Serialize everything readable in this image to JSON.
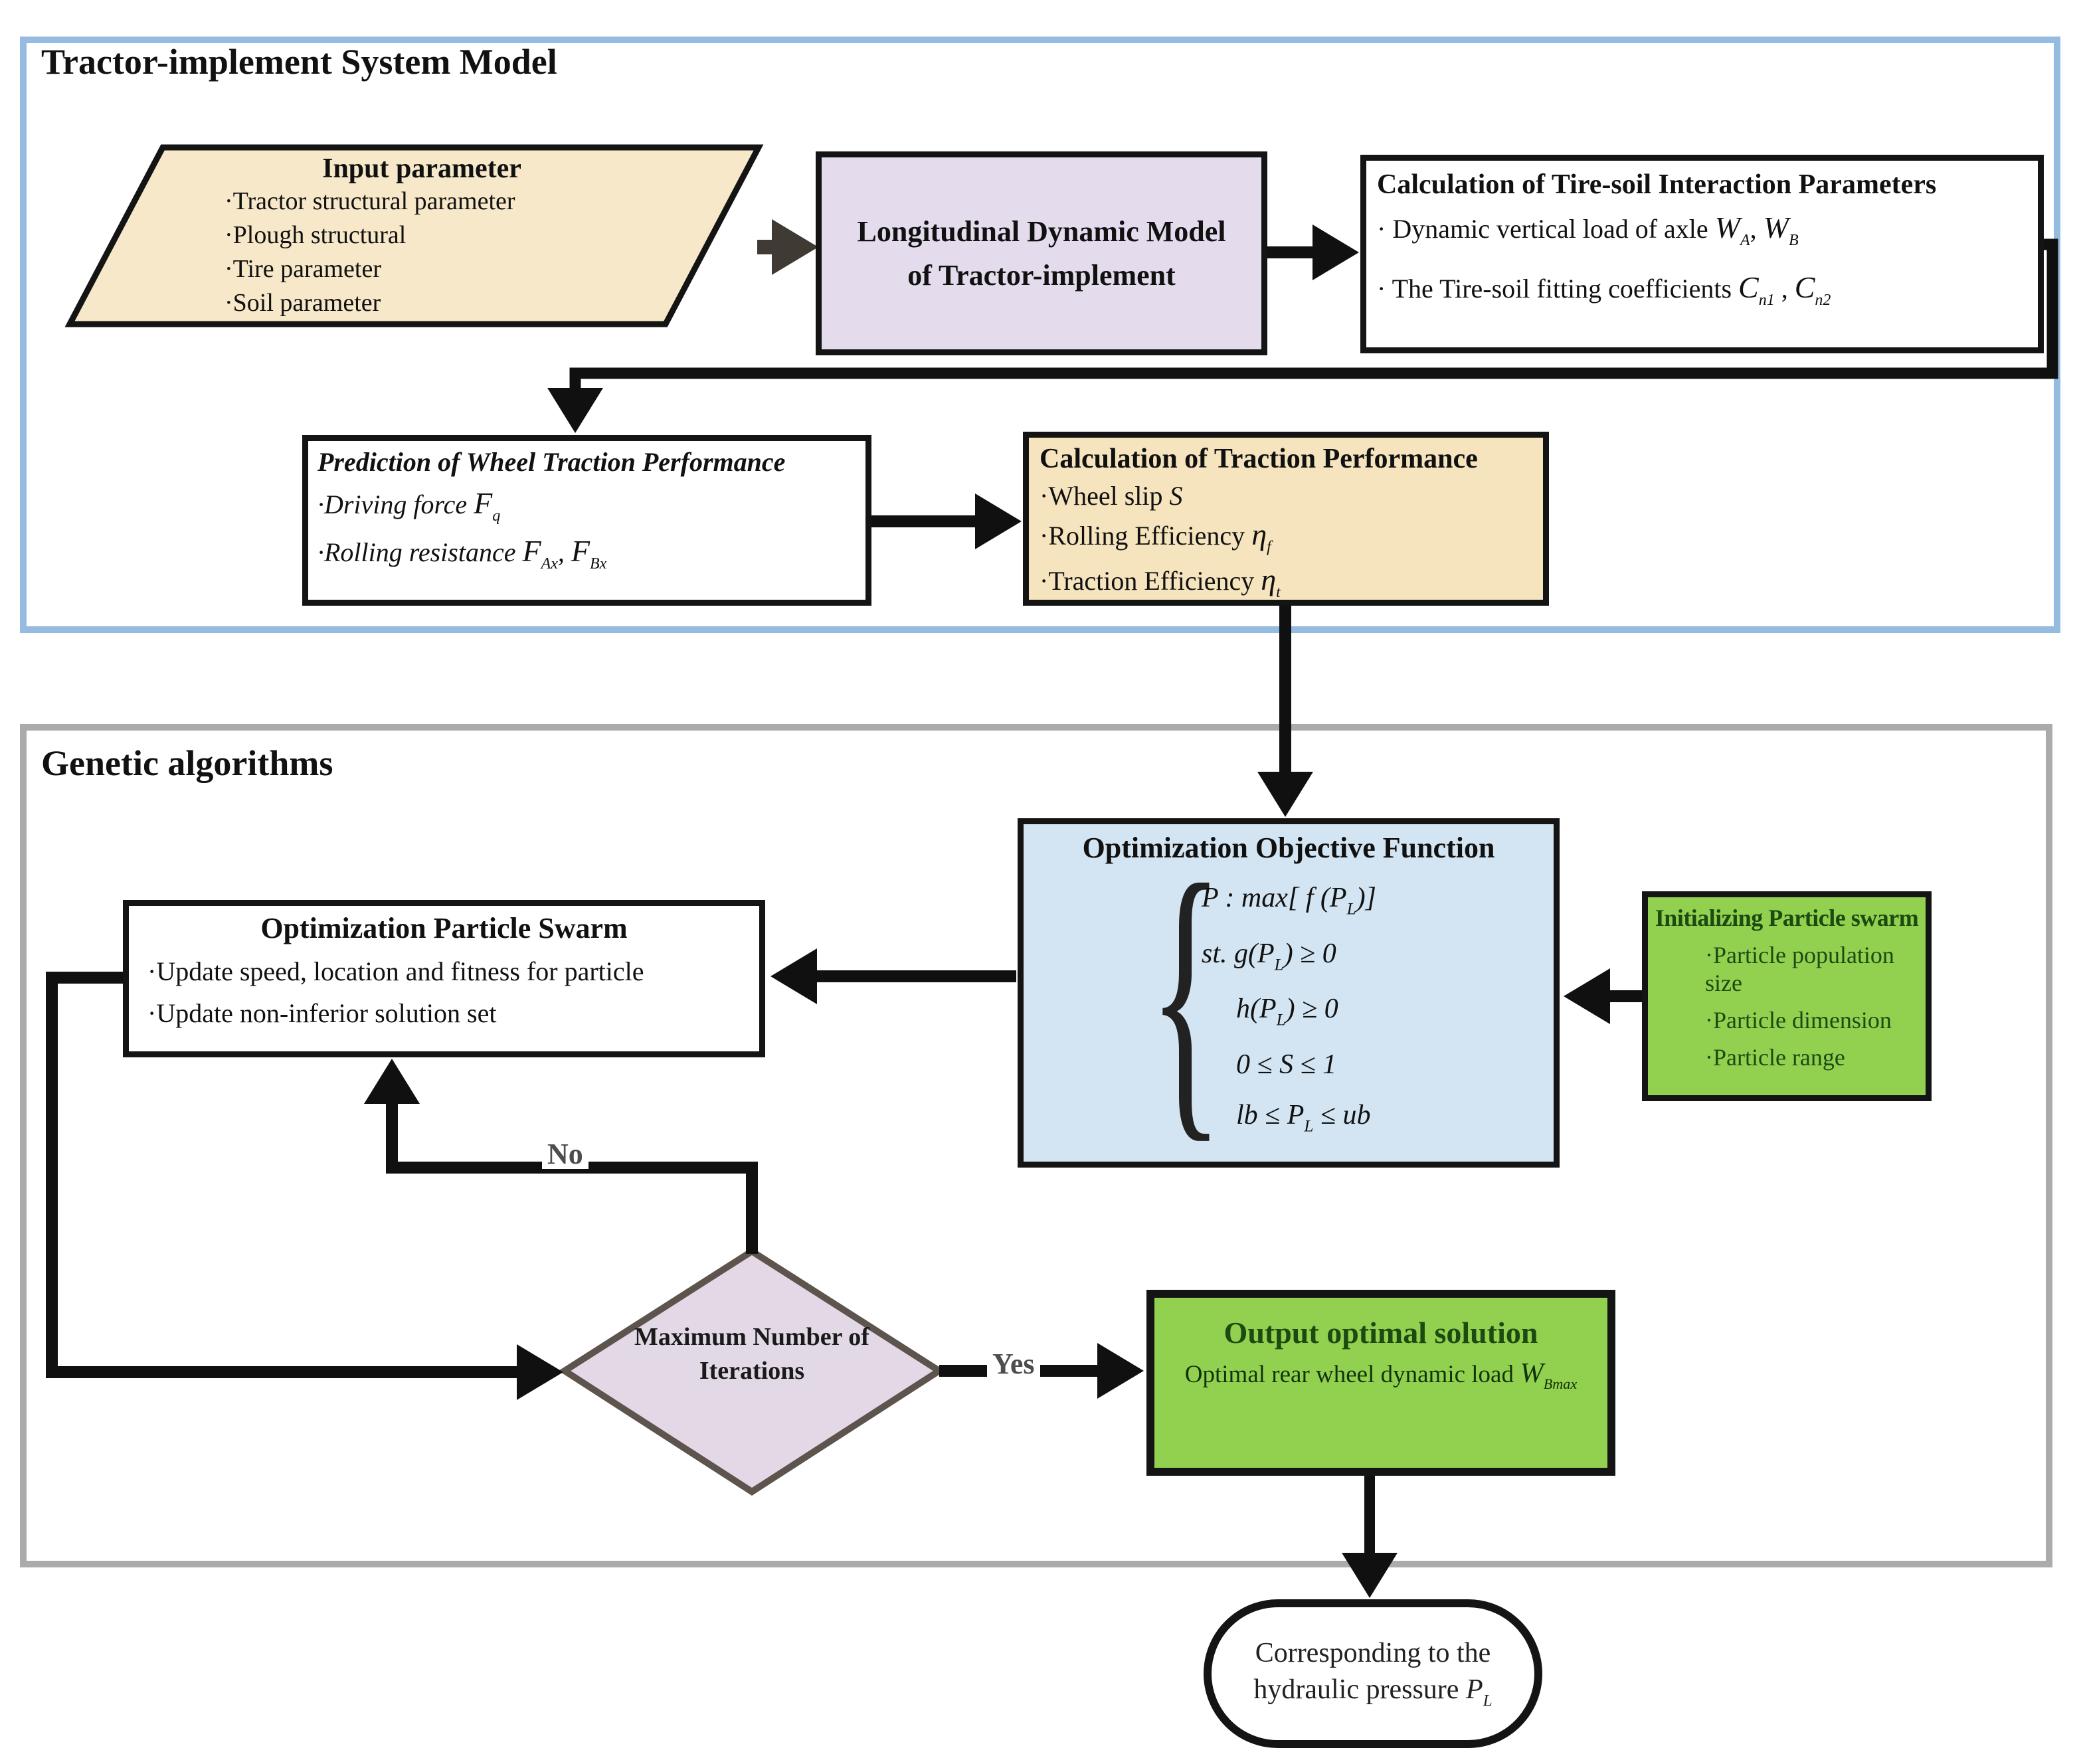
{
  "colors": {
    "section1_border": "#95bbe0",
    "section2_border": "#ababab",
    "box_border": "#141414",
    "parallelogram_fill": "#f6e8c8",
    "purple_fill": "#e4dbec",
    "tan_fill": "#f5e4bd",
    "blue_fill": "#d3e5f2",
    "green_fill": "#92d050",
    "green_text": "#1c4a10",
    "diamond_fill": "#e3d9e6",
    "diamond_border": "#5e544e",
    "label_gray": "#4d4d4d",
    "arrow_dark": "#403a34",
    "arrow_black": "#101010"
  },
  "section1": {
    "title": "Tractor-implement System Model"
  },
  "section2": {
    "title": "Genetic algorithms"
  },
  "input_parameter": {
    "title": "Input parameter",
    "items": [
      "·Tractor structural parameter",
      "·Plough structural",
      "·Tire parameter",
      "·Soil parameter"
    ]
  },
  "dynamic_model": {
    "line1": "Longitudinal Dynamic Model",
    "line2": "of  Tractor-implement"
  },
  "tire_soil": {
    "title": "Calculation of Tire-soil Interaction Parameters",
    "line1": [
      {
        "t": "· Dynamic vertical load of axle  "
      },
      {
        "t": "W",
        "s": "big"
      },
      {
        "t": "A",
        "s": "isub"
      },
      {
        "t": ", "
      },
      {
        "t": "W",
        "s": "big"
      },
      {
        "t": "B",
        "s": "isub"
      }
    ],
    "line2": [
      {
        "t": "· The Tire-soil fitting coefficients "
      },
      {
        "t": "C",
        "s": "big"
      },
      {
        "t": "n1",
        "s": "isub"
      },
      {
        "t": " , "
      },
      {
        "t": "C",
        "s": "big"
      },
      {
        "t": "n2",
        "s": "isub"
      }
    ]
  },
  "prediction": {
    "title": "Prediction of Wheel Traction Performance",
    "line1": [
      {
        "t": "·Driving force  ",
        "s": "i"
      },
      {
        "t": "F",
        "s": "big"
      },
      {
        "t": "q",
        "s": "isub"
      }
    ],
    "line2": [
      {
        "t": "·Rolling resistance ",
        "s": "i"
      },
      {
        "t": "F",
        "s": "big"
      },
      {
        "t": "Ax",
        "s": "isub"
      },
      {
        "t": ", ",
        "s": "i"
      },
      {
        "t": "F",
        "s": "big"
      },
      {
        "t": "Bx",
        "s": "isub"
      }
    ]
  },
  "traction_perf": {
    "title": "Calculation of Traction Performance",
    "line1": [
      {
        "t": "·Wheel slip "
      },
      {
        "t": "S",
        "s": "i"
      }
    ],
    "line2": [
      {
        "t": "·Rolling Efficiency  "
      },
      {
        "t": "η",
        "s": "big"
      },
      {
        "t": "f",
        "s": "isub"
      }
    ],
    "line3": [
      {
        "t": "·Traction Efficiency  "
      },
      {
        "t": "η",
        "s": "big"
      },
      {
        "t": "t",
        "s": "isub"
      }
    ]
  },
  "objective": {
    "title": "Optimization Objective Function",
    "brace": "{",
    "l1": [
      {
        "t": "P",
        "s": "i"
      },
      {
        "t": " : max"
      },
      {
        "t": "["
      },
      {
        "t": " f ",
        "s": "i"
      },
      {
        "t": "("
      },
      {
        "t": "P",
        "s": "i"
      },
      {
        "t": "L",
        "s": "isub"
      },
      {
        "t": ")"
      },
      {
        "t": "]"
      }
    ],
    "l2": [
      {
        "t": "st.  ",
        "s": "i"
      },
      {
        "t": "g",
        "s": "i"
      },
      {
        "t": "("
      },
      {
        "t": "P",
        "s": "i"
      },
      {
        "t": "L",
        "s": "isub"
      },
      {
        "t": ") ≥ 0"
      }
    ],
    "l3": [
      {
        "t": "h",
        "s": "i"
      },
      {
        "t": "("
      },
      {
        "t": "P",
        "s": "i"
      },
      {
        "t": "L",
        "s": "isub"
      },
      {
        "t": ") ≥ 0"
      }
    ],
    "l4": [
      {
        "t": "0 ≤ "
      },
      {
        "t": "S",
        "s": "i"
      },
      {
        "t": " ≤ 1"
      }
    ],
    "l5": [
      {
        "t": "lb",
        "s": "i"
      },
      {
        "t": " ≤ "
      },
      {
        "t": "P",
        "s": "i"
      },
      {
        "t": "L",
        "s": "isub"
      },
      {
        "t": " ≤ "
      },
      {
        "t": "ub",
        "s": "i"
      }
    ]
  },
  "init_swarm": {
    "title": "Initializing Particle swarm",
    "items": [
      "·Particle population size",
      "·Particle dimension",
      "·Particle range"
    ]
  },
  "pso": {
    "title": "Optimization  Particle Swarm",
    "items": [
      "·Update speed, location and fitness for particle",
      "·Update non-inferior solution set"
    ]
  },
  "decision": {
    "line1": "Maximum Number of",
    "line2": "Iterations",
    "no_label": "No",
    "yes_label": "Yes"
  },
  "output": {
    "title": "Output optimal solution",
    "line": [
      {
        "t": "Optimal rear wheel dynamic load "
      },
      {
        "t": "W",
        "s": "big"
      },
      {
        "t": "Bmax",
        "s": "isub"
      }
    ]
  },
  "terminal": {
    "line1": "Corresponding to the",
    "line2": [
      {
        "t": "hydraulic pressure "
      },
      {
        "t": "P",
        "s": "i"
      },
      {
        "t": "L",
        "s": "isub"
      }
    ]
  }
}
